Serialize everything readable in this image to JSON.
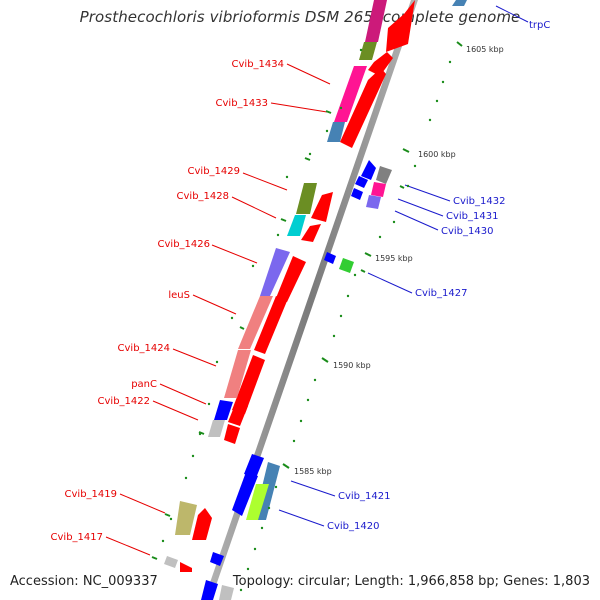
{
  "title": "Prosthecochloris vibrioformis DSM 265, complete genome",
  "footer": {
    "accession": "Accession: NC_009337",
    "topology": "Topology: circular; Length: 1,966,858 bp; Genes: 1,803"
  },
  "ticks": [
    {
      "label": "1605 kbp"
    },
    {
      "label": "1600 kbp"
    },
    {
      "label": "1595 kbp"
    },
    {
      "label": "1590 kbp"
    },
    {
      "label": "1585 kbp"
    }
  ],
  "gene_labels_left": [
    {
      "name": "Cvib_1434",
      "color": "#e60000"
    },
    {
      "name": "Cvib_1433",
      "color": "#e60000"
    },
    {
      "name": "Cvib_1429",
      "color": "#e60000"
    },
    {
      "name": "Cvib_1428",
      "color": "#e60000"
    },
    {
      "name": "Cvib_1426",
      "color": "#e60000"
    },
    {
      "name": "leuS",
      "color": "#e60000"
    },
    {
      "name": "Cvib_1424",
      "color": "#e60000"
    },
    {
      "name": "panC",
      "color": "#e60000"
    },
    {
      "name": "Cvib_1422",
      "color": "#e60000"
    },
    {
      "name": "Cvib_1419",
      "color": "#e60000"
    },
    {
      "name": "Cvib_1417",
      "color": "#e60000"
    }
  ],
  "gene_labels_right": [
    {
      "name": "trpC",
      "color": "#1a1acc"
    },
    {
      "name": "Cvib_1432",
      "color": "#1a1acc"
    },
    {
      "name": "Cvib_1431",
      "color": "#1a1acc"
    },
    {
      "name": "Cvib_1430",
      "color": "#1a1acc"
    },
    {
      "name": "Cvib_1427",
      "color": "#1a1acc"
    },
    {
      "name": "Cvib_1421",
      "color": "#1a1acc"
    },
    {
      "name": "Cvib_1420",
      "color": "#1a1acc"
    }
  ],
  "colors": {
    "backbone": "#8c8c8c",
    "forward_cds": "#ff0000",
    "reverse_cds": "#0000ff",
    "tick": "#1a8c1a"
  }
}
